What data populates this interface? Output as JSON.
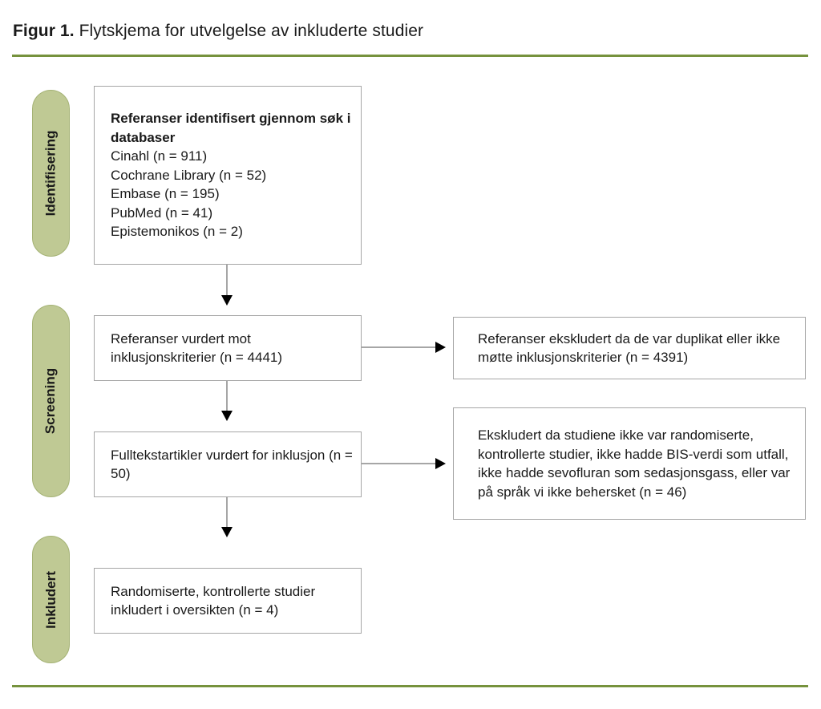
{
  "title": {
    "prefix": "Figur 1.",
    "text": " Flytskjema for utvelgelse av inkluderte studier"
  },
  "colors": {
    "rule-green": "#76923D",
    "band-fill": "#BFC994",
    "band-border": "#A4B274",
    "box-border": "#A6A6A6",
    "arrow-line": "#A6A6A6",
    "arrow-head": "#000000",
    "text": "#1A1A1A"
  },
  "stages": [
    {
      "label": "Identifisering"
    },
    {
      "label": "Screening"
    },
    {
      "label": "Inkludert"
    }
  ],
  "flow": {
    "identification_box": {
      "heading": "Referanser identifisert gjennom søk i databaser",
      "items": [
        "Cinahl (n = 911)",
        "Cochrane Library (n = 52)",
        "Embase (n = 195)",
        "PubMed (n = 41)",
        "Epistemonikos (n = 2)"
      ]
    },
    "screening_box": "Referanser vurdert mot inklusjonskriterier (n = 4441)",
    "excluded_box_1": "Referanser ekskludert da de var duplikat eller ikke møtte inklusjonskriterier (n = 4391)",
    "fulltext_box": "Fulltekstartikler vurdert for inklusjon (n = 50)",
    "excluded_box_2": "Ekskludert da studiene ikke var randomiserte, kontrollerte studier, ikke hadde BIS-verdi som utfall, ikke hadde sevofluran som sedasjonsgass, eller var på språk vi ikke behersket (n = 46)",
    "included_box": "Randomiserte, kontrollerte studier inkludert i oversikten (n = 4)"
  }
}
